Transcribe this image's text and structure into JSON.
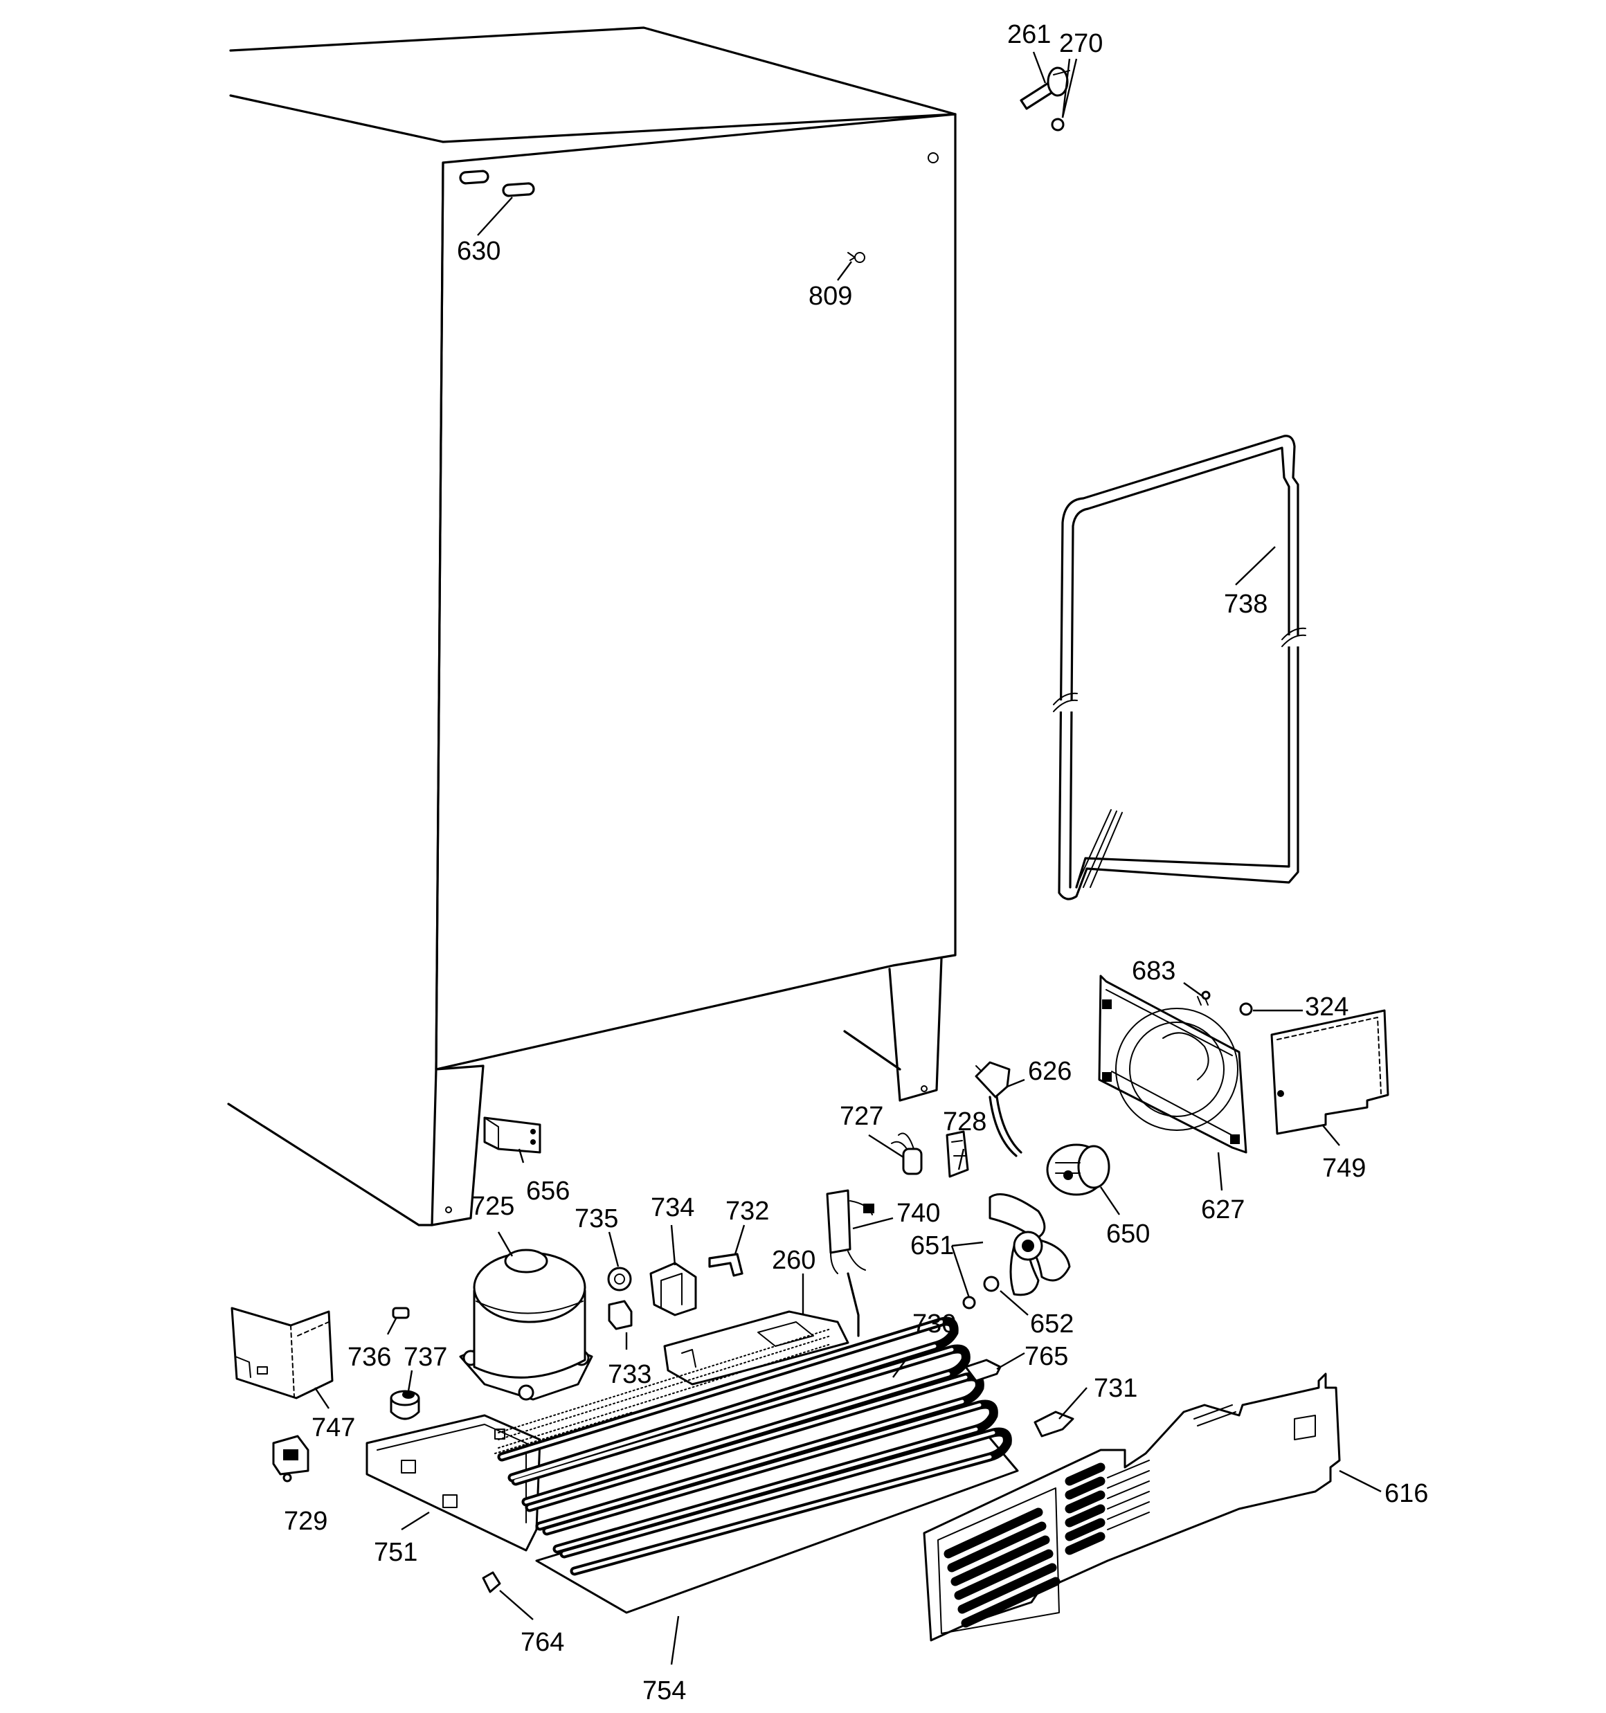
{
  "diagram": {
    "part_numbers": [
      "261",
      "270",
      "630",
      "809",
      "738",
      "683",
      "324",
      "626",
      "627",
      "749",
      "650",
      "727",
      "728",
      "740",
      "651",
      "652",
      "656",
      "725",
      "735",
      "734",
      "732",
      "260",
      "736",
      "737",
      "733",
      "730",
      "765",
      "731",
      "747",
      "729",
      "751",
      "764",
      "754",
      "616"
    ]
  }
}
